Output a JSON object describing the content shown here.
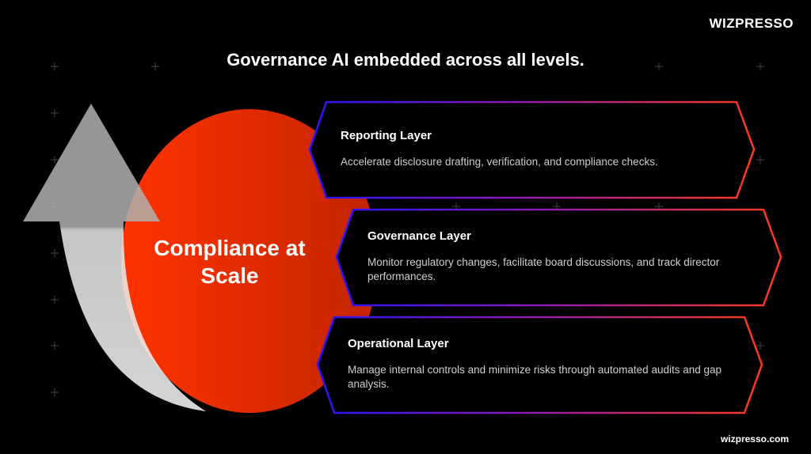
{
  "brand": "WIZPRESSO",
  "title": "Governance AI embedded across all levels.",
  "center_label": "Compliance at Scale",
  "layers": [
    {
      "title": "Reporting Layer",
      "description": "Accelerate disclosure drafting, verification, and compliance checks."
    },
    {
      "title": "Governance Layer",
      "description": "Monitor regulatory changes, facilitate board discussions, and track director performances."
    },
    {
      "title": "Operational Layer",
      "description": "Manage internal controls and minimize risks through automated audits and gap analysis."
    }
  ],
  "footer": "wizpresso.com",
  "colors": {
    "accent_red": "#ff3300",
    "stroke_blue": "#2a14ff",
    "stroke_red": "#ff3a1a"
  }
}
